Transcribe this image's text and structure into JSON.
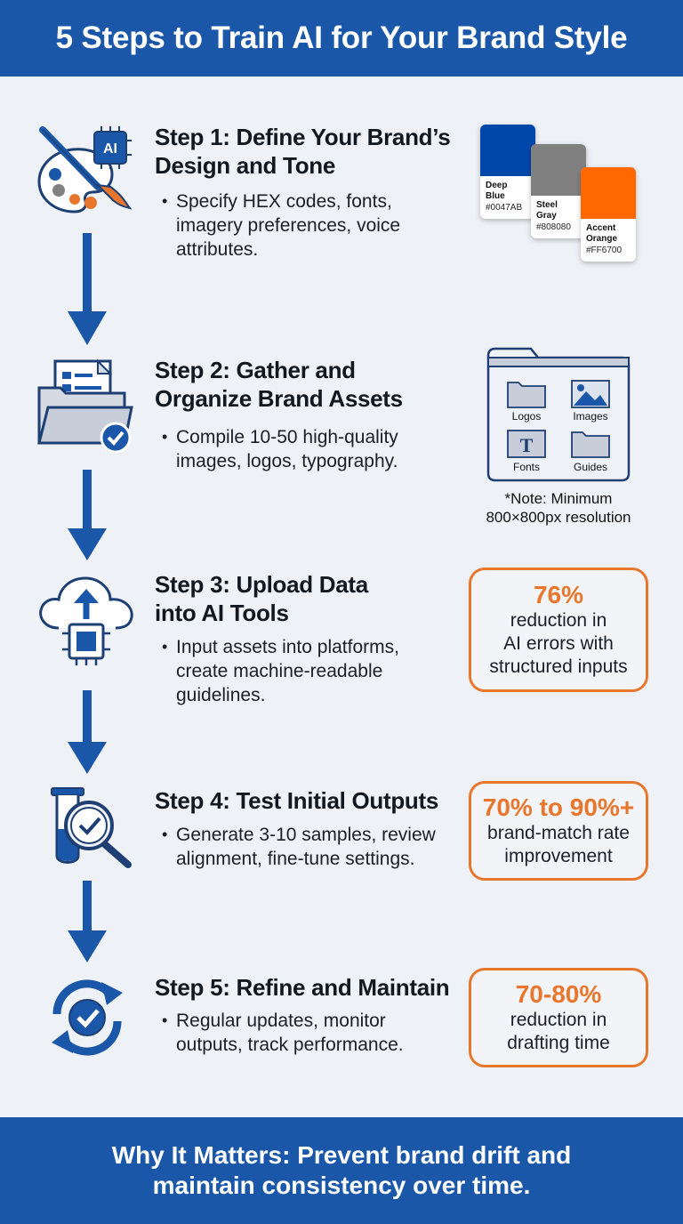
{
  "header": {
    "title": "5 Steps to Train AI for Your Brand Style"
  },
  "steps": [
    {
      "title": "Step 1: Define Your Brand’s Design and Tone",
      "title_lines": [
        "Step 1: Define Your Brand’s",
        "Design and Tone"
      ],
      "bullet_lines": [
        "Specify HEX codes, fonts,",
        "imagery preferences, voice",
        "attributes."
      ],
      "icon": "palette-brush-ai-icon"
    },
    {
      "title_lines": [
        "Step 2: Gather and",
        "Organize Brand Assets"
      ],
      "bullet_lines": [
        "Compile 10-50 high-quality",
        "images, logos, typography."
      ],
      "icon": "folder-documents-check-icon"
    },
    {
      "title_lines": [
        "Step 3: Upload Data",
        "into AI Tools"
      ],
      "bullet_lines": [
        "Input assets into platforms,",
        "create machine-readable",
        "guidelines."
      ],
      "icon": "cloud-upload-chip-icon"
    },
    {
      "title_lines": [
        "Step 4: Test Initial Outputs"
      ],
      "bullet_lines": [
        "Generate 3-10 samples, review",
        "alignment, fine-tune settings."
      ],
      "icon": "test-tube-magnifier-icon"
    },
    {
      "title_lines": [
        "Step 5: Refine and Maintain"
      ],
      "bullet_lines": [
        "Regular updates, monitor",
        "outputs, track performance."
      ],
      "icon": "refresh-check-icon"
    }
  ],
  "swatches": [
    {
      "name_lines": [
        "Deep",
        "Blue"
      ],
      "hex": "#0047AB",
      "color": "#0047AB"
    },
    {
      "name_lines": [
        "Steel",
        "Gray"
      ],
      "hex": "#808080",
      "color": "#808080"
    },
    {
      "name_lines": [
        "Accent",
        "Orange"
      ],
      "hex": "#FF6700",
      "color": "#FF6700"
    }
  ],
  "asset_folders": [
    "Logos",
    "Images",
    "Fonts",
    "Guides"
  ],
  "asset_note_lines": [
    "*Note: Minimum",
    "800×800px resolution"
  ],
  "stats": [
    {
      "value": "76%",
      "label_lines": [
        "reduction in",
        "AI errors with",
        "structured inputs"
      ]
    },
    {
      "value": "70% to 90%+",
      "label_lines": [
        "brand-match rate",
        "improvement"
      ]
    },
    {
      "value": "70-80%",
      "label_lines": [
        "reduction in",
        "drafting time"
      ]
    }
  ],
  "footer": {
    "text_lines": [
      "Why It Matters: Prevent brand drift and",
      "maintain consistency over time."
    ]
  },
  "colors": {
    "brand_blue": "#1b57a8",
    "accent_orange": "#e8762d",
    "background": "#eef1f5"
  }
}
